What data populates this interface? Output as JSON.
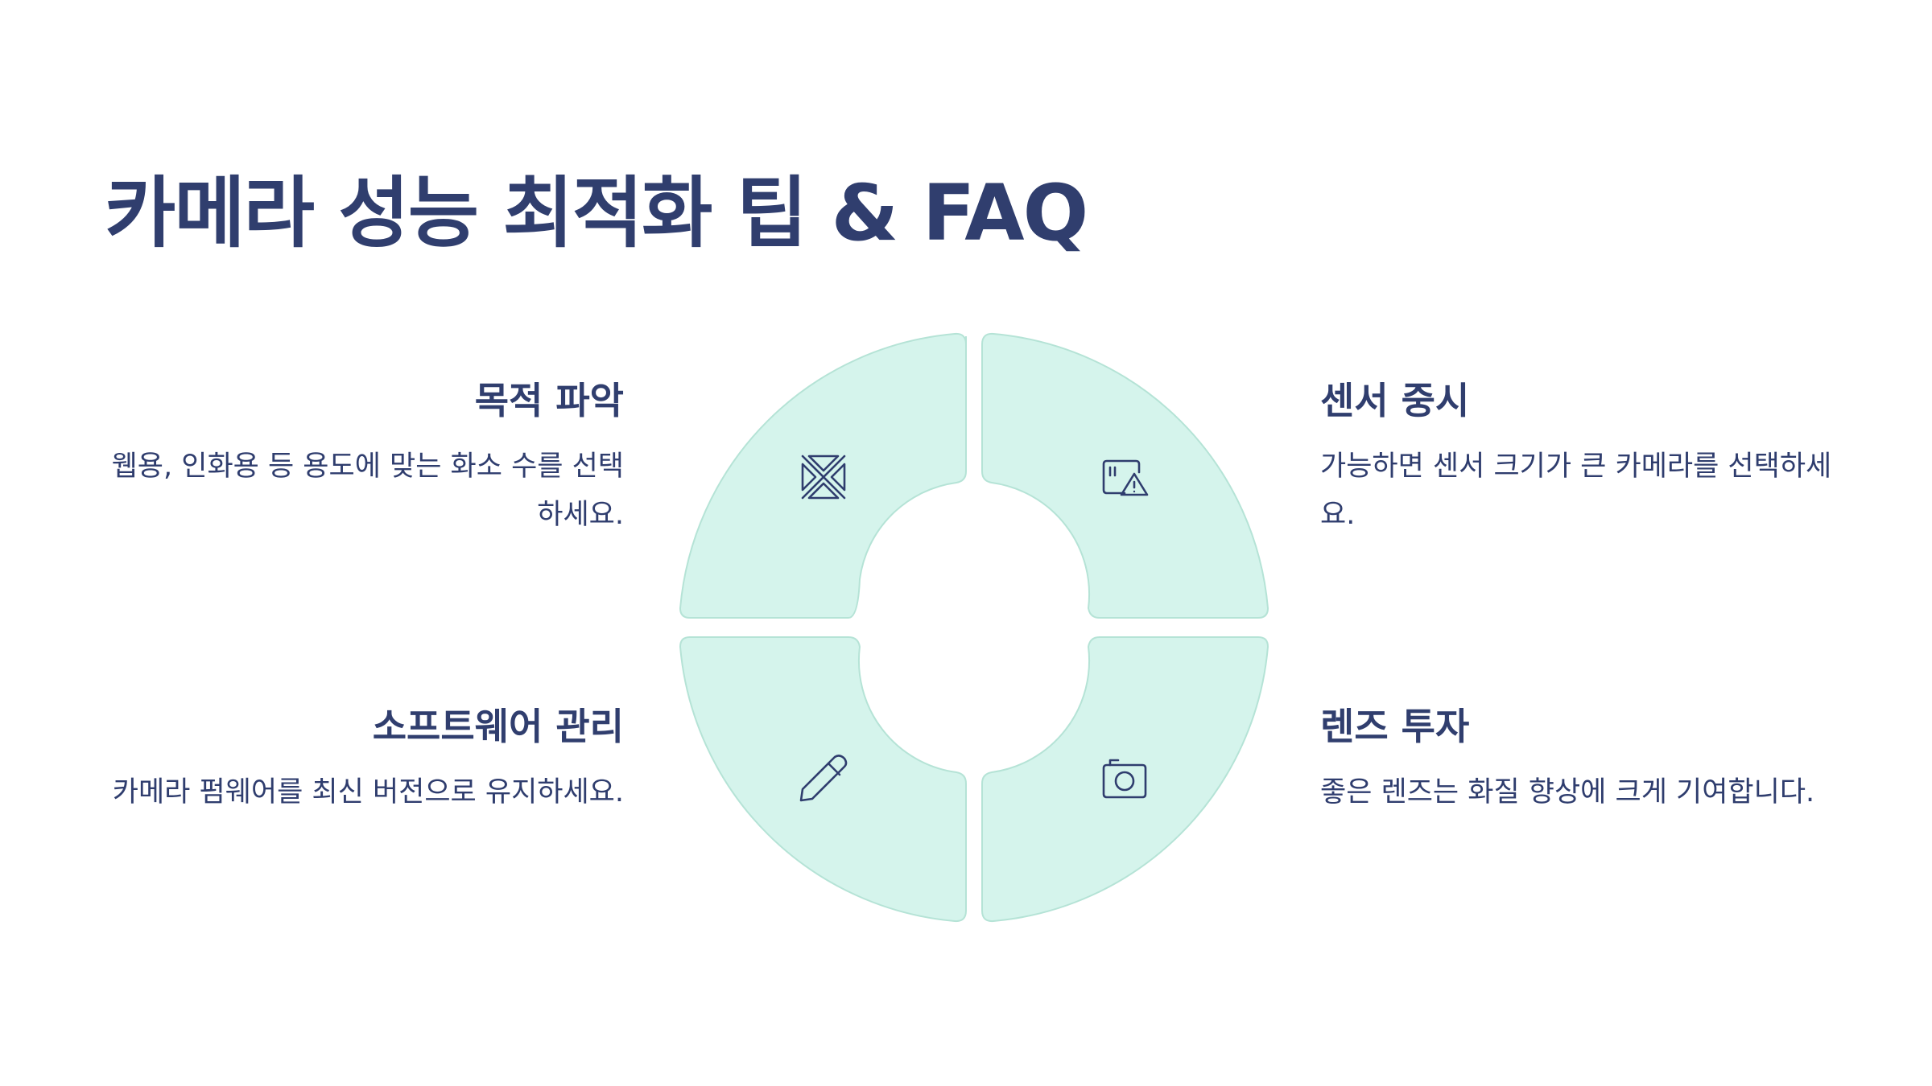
{
  "title": "카메라 성능 최적화 팁 & FAQ",
  "colors": {
    "accent_text": "#303e6e",
    "segment_fill": "#d5f4ec",
    "segment_stroke": "#b5e3d6",
    "background": "#ffffff"
  },
  "items": [
    {
      "heading": "목적 파악",
      "body": "웹용, 인화용 등 용도에 맞는 화소 수를 선택하세요.",
      "icon": "collapse-arrows-icon"
    },
    {
      "heading": "센서 중시",
      "body": "가능하면 센서 크기가 큰 카메라를 선택하세요.",
      "icon": "sensor-warning-icon"
    },
    {
      "heading": "소프트웨어 관리",
      "body": "카메라 펌웨어를 최신 버전으로 유지하세요.",
      "icon": "pencil-icon"
    },
    {
      "heading": "렌즈 투자",
      "body": "좋은 렌즈는 화질 향상에 크게 기여합니다.",
      "icon": "camera-icon"
    }
  ]
}
